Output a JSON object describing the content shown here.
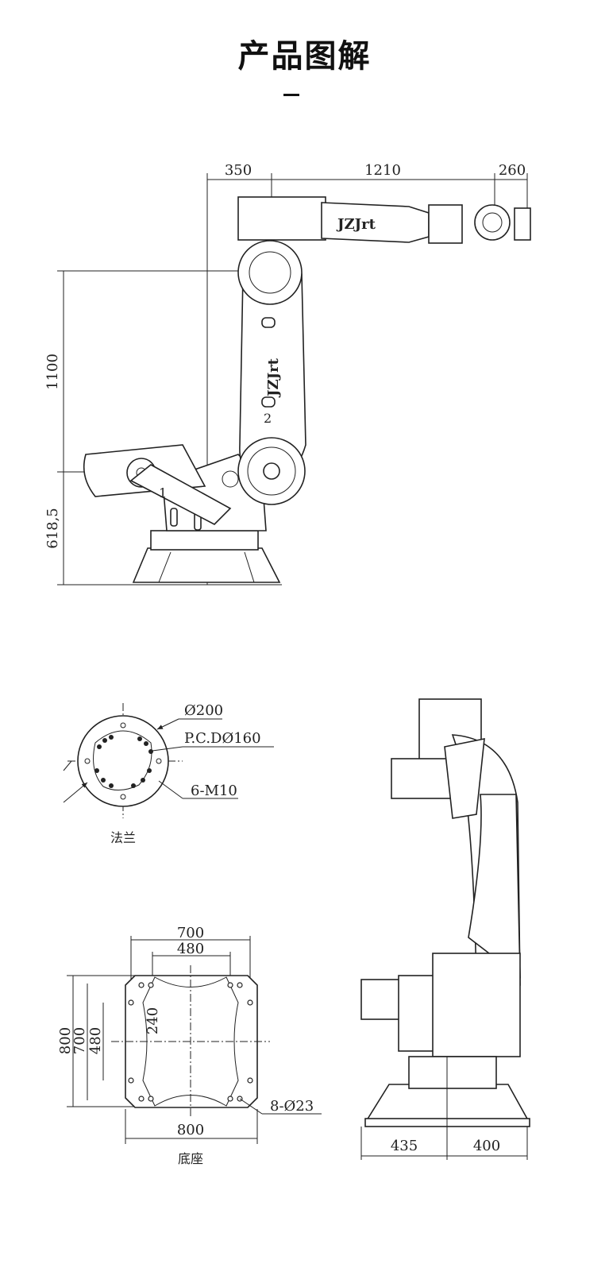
{
  "title": "产品图解",
  "side_view": {
    "dims": {
      "top_left": "350",
      "top_mid": "1210",
      "top_right": "260",
      "height_upper": "1100",
      "height_lower": "618,5"
    },
    "logo": "JZJrt",
    "axis_labels": [
      "1",
      "2"
    ]
  },
  "flange": {
    "dim_outer": "Ø200",
    "dim_pcd": "P.C.DØ160",
    "dim_bolts": "6-M10",
    "caption": "法兰"
  },
  "base": {
    "dim_top_outer": "700",
    "dim_top_inner": "480",
    "dim_left_outer": "800",
    "dim_left_mid": "700",
    "dim_left_inner": "480",
    "dim_center": "240",
    "dim_holes": "8-Ø23",
    "dim_bottom": "800",
    "caption": "底座"
  },
  "front_view": {
    "dim_left": "435",
    "dim_right": "400"
  }
}
